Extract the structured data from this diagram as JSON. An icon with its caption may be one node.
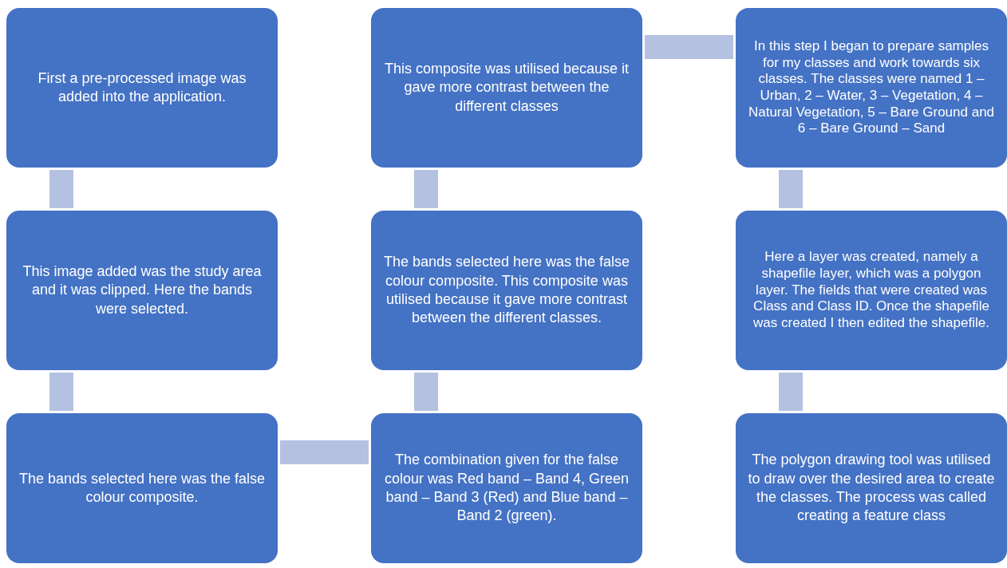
{
  "diagram": {
    "nodes": [
      {
        "text": [
          "First a pre-processed image was added into the application."
        ]
      },
      {
        "text": [
          "This image added was the study area and it was clipped. Here the bands were selected."
        ]
      },
      {
        "text": [
          "The bands selected here was the false colour composite."
        ]
      },
      {
        "text": [
          "The combination given for the false colour was Red band – Band 4, Green band – Band 3 (Red) and Blue band – Band 2 (green)."
        ]
      },
      {
        "text": [
          "The bands selected here was the false colour composite. This composite was utilised because it gave more contrast between the different classes."
        ]
      },
      {
        "text": [
          "This composite was utilised because it gave more contrast between the different classes"
        ]
      },
      {
        "text": [
          "In this step I began to prepare samples for my classes and work towards six classes. The classes were named 1 – Urban, 2 – Water, 3 – Vegetation, 4 – Natural Vegetation, 5 – Bare Ground and 6 – Bare Ground – Sand"
        ]
      },
      {
        "text": [
          "Here a layer was created, namely a shapefile layer, which was a polygon layer. The fields that were created was Class and Class ID. Once the shapefile was created I then edited the shapefile."
        ]
      },
      {
        "text": [
          "The polygon drawing tool was utilised to draw over the desired area to create the classes. The process was called creating a feature class"
        ]
      }
    ],
    "edges": [
      {
        "from": 0,
        "to": 1,
        "arrow": "none"
      },
      {
        "from": 1,
        "to": 2,
        "arrow": "none"
      },
      {
        "from": 2,
        "to": 3,
        "arrow": "none"
      },
      {
        "from": 3,
        "to": 4,
        "arrow": "none"
      },
      {
        "from": 4,
        "to": 5,
        "arrow": "none"
      },
      {
        "from": 5,
        "to": 6,
        "arrow": "none"
      },
      {
        "from": 6,
        "to": 7,
        "arrow": "none"
      },
      {
        "from": 7,
        "to": 8,
        "arrow": "none"
      }
    ]
  }
}
